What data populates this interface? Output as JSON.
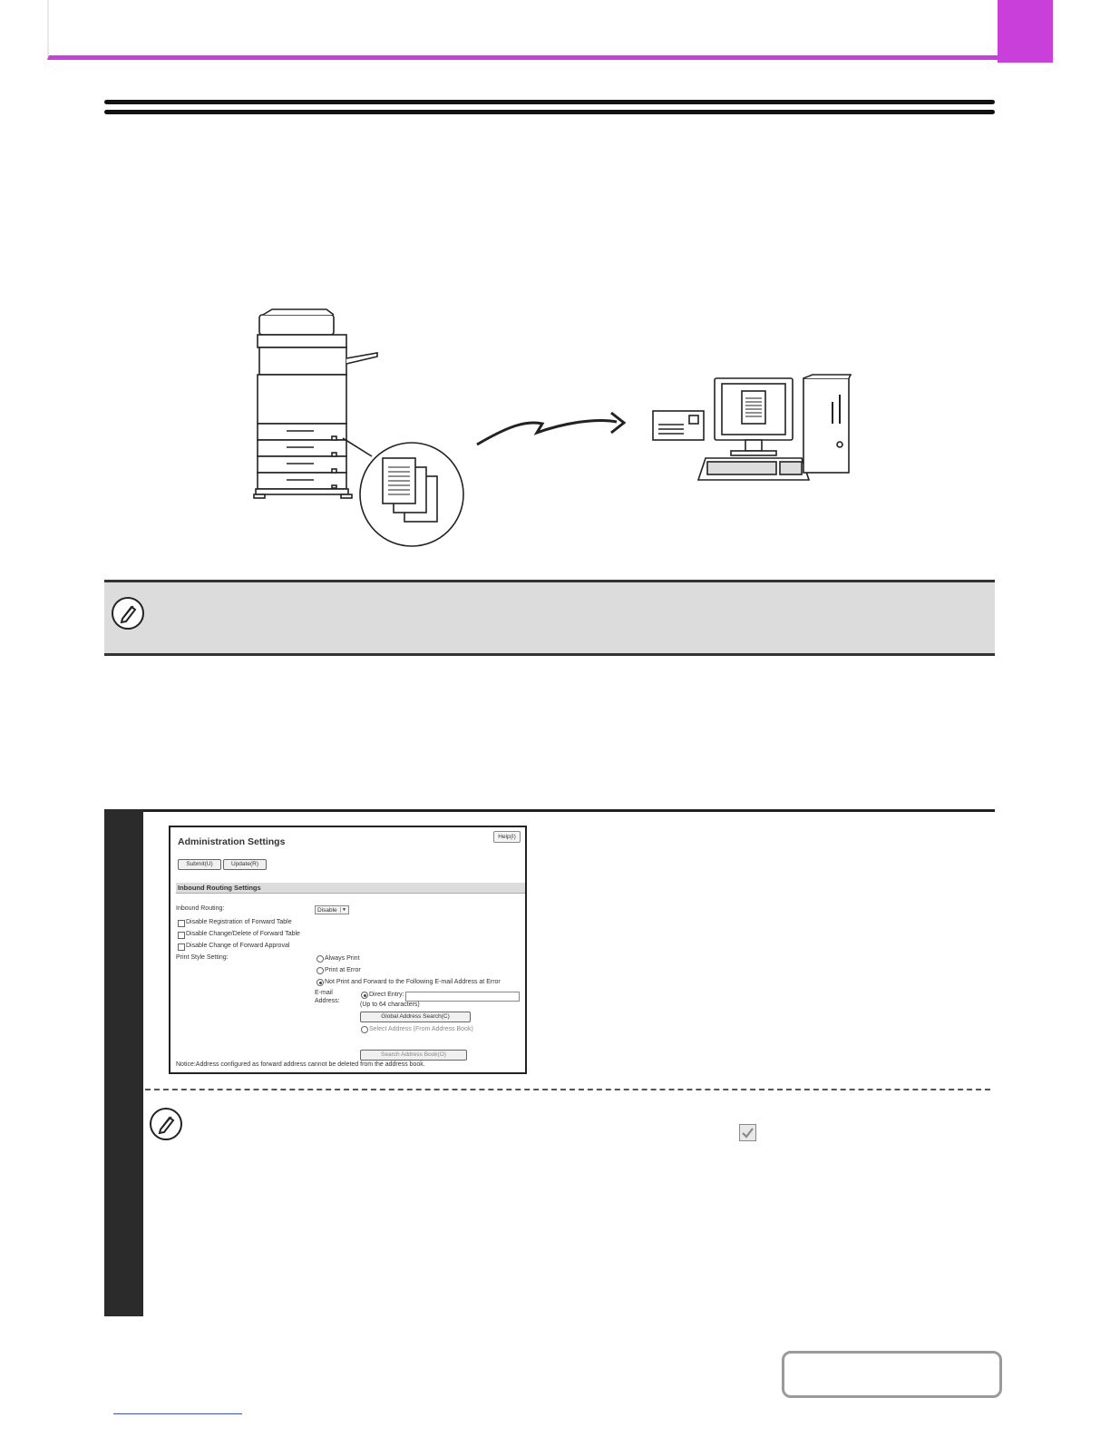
{
  "admin_screen": {
    "title": "Administration Settings",
    "help_label": "Help(I)",
    "submit_label": "Submit(U)",
    "update_label": "Update(R)",
    "section_title": "Inbound Routing Settings",
    "inbound_routing_label": "Inbound Routing:",
    "inbound_routing_value": "Disable",
    "checkboxes": [
      "Disable Registration of Forward Table",
      "Disable Change/Delete of Forward Table",
      "Disable Change of Forward Approval"
    ],
    "print_style_label": "Print Style Setting:",
    "print_options": [
      "Always Print",
      "Print at Error",
      "Not Print and Forward to the Following E-mail Address at Error"
    ],
    "email_label_1": "E-mail",
    "email_label_2": "Address:",
    "direct_entry_label": "Direct Entry:",
    "char_limit": "(Up to 64 characters)",
    "global_search_label": "Global Address Search(C)",
    "select_address_label": "Select Address (From Address Book)",
    "search_book_label": "Search Address Book(O)",
    "notice": "Notice:Address configured as forward address cannot be deleted from the address book."
  }
}
